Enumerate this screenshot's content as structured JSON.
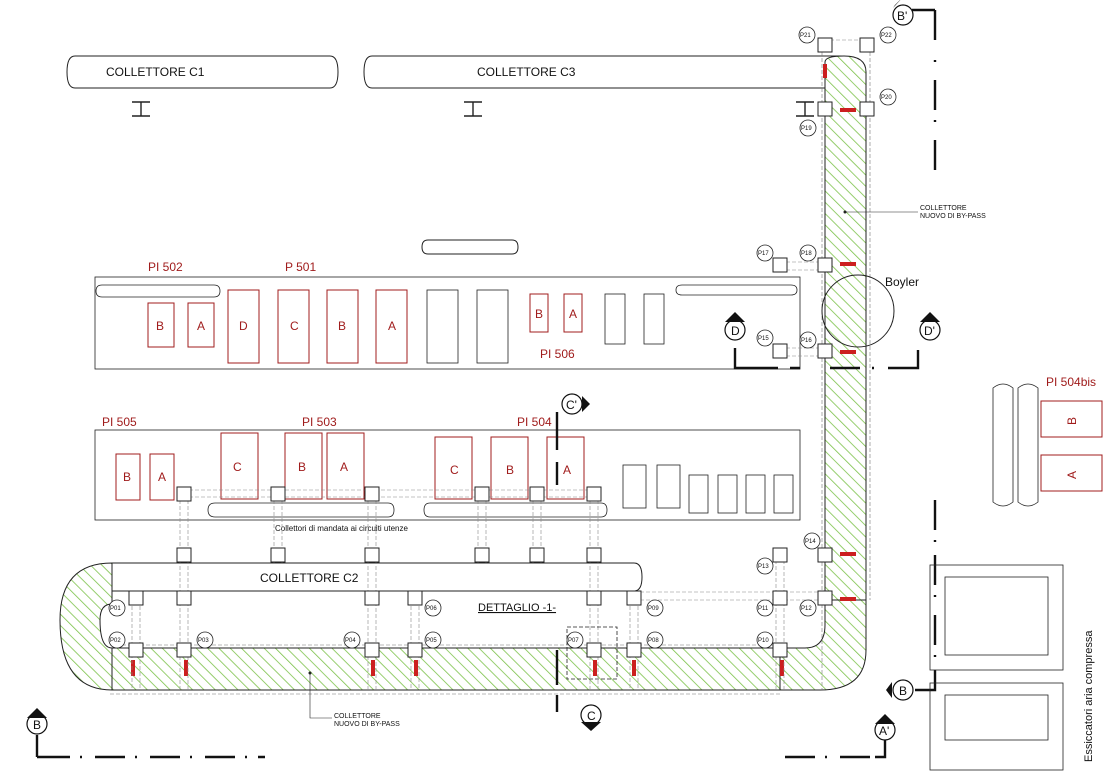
{
  "headers": {
    "collettore_c1": "COLLETTORE C1",
    "collettore_c3": "COLLETTORE C3",
    "collettore_c2": "COLLETTORE C2",
    "boyler": "Boyler",
    "bypass_right_1": "COLLETTORE",
    "bypass_right_2": "NUOVO DI BY-PASS",
    "bypass_bottom_1": "COLLETTORE",
    "bypass_bottom_2": "NUOVO DI BY-PASS",
    "mandata": "Collettori di mandata ai circuiti utenze",
    "dettaglio": "DETTAGLIO -1-",
    "essiccatori": "Essiccatori aria compressa"
  },
  "groups": {
    "pi502": "PI 502",
    "p501": "P 501",
    "pi506": "PI 506",
    "pi505": "PI 505",
    "pi503": "PI 503",
    "pi504": "PI 504",
    "pi504bis": "PI 504bis"
  },
  "unit_letters": {
    "pi502_b": "B",
    "pi502_a": "A",
    "p501_d": "D",
    "p501_c": "C",
    "p501_b": "B",
    "p501_a": "A",
    "pi506_b": "B",
    "pi506_a": "A",
    "pi505_b": "B",
    "pi505_a": "A",
    "pi503_c": "C",
    "pi503_b": "B",
    "pi503_a": "A",
    "pi504_c": "C",
    "pi504_b": "B",
    "pi504_a": "A",
    "pi504bis_b": "B",
    "pi504bis_a": "A"
  },
  "points": [
    "P01",
    "P02",
    "P03",
    "P04",
    "P05",
    "P06",
    "P07",
    "P08",
    "P09",
    "P10",
    "P11",
    "P12",
    "P13",
    "P14",
    "P15",
    "P16",
    "P17",
    "P18",
    "P19",
    "P20",
    "P21",
    "P22"
  ],
  "sections": {
    "b_prime": "B'",
    "b_left": "B",
    "b_right": "B",
    "a_prime": "A'",
    "c_prime": "C'",
    "c": "C",
    "d": "D",
    "d_prime": "D'"
  },
  "colors": {
    "red_label": "#a01c1c",
    "hatch_green": "#7cc24a",
    "line": "#222222"
  }
}
